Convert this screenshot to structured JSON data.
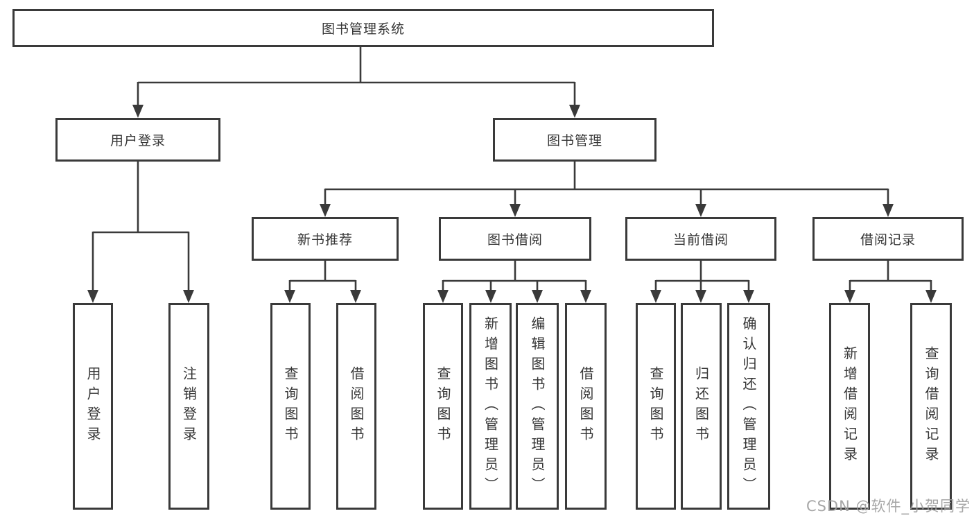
{
  "diagram": {
    "title_node": "图书管理系统",
    "level2": {
      "user_login": "用户登录",
      "book_mgmt": "图书管理"
    },
    "user_login_children": [
      "用户登录",
      "注销登录"
    ],
    "book_mgmt_children": [
      "新书推荐",
      "图书借阅",
      "当前借阅",
      "借阅记录"
    ],
    "new_book_children": [
      "查询图书",
      "借阅图书"
    ],
    "book_borrow_children": [
      "查询图书",
      "新增图书（管理员）",
      "编辑图书（管理员）",
      "借阅图书"
    ],
    "current_borrow_children": [
      "查询图书",
      "归还图书",
      "确认归还（管理员）"
    ],
    "borrow_record_children": [
      "新增借阅记录",
      "查询借阅记录"
    ]
  },
  "watermark": "CSDN @软件_小贺同学",
  "colors": {
    "line": "#3a3a3a",
    "text": "#363636",
    "background": "#ffffff",
    "watermark": "#9e9e9e"
  }
}
